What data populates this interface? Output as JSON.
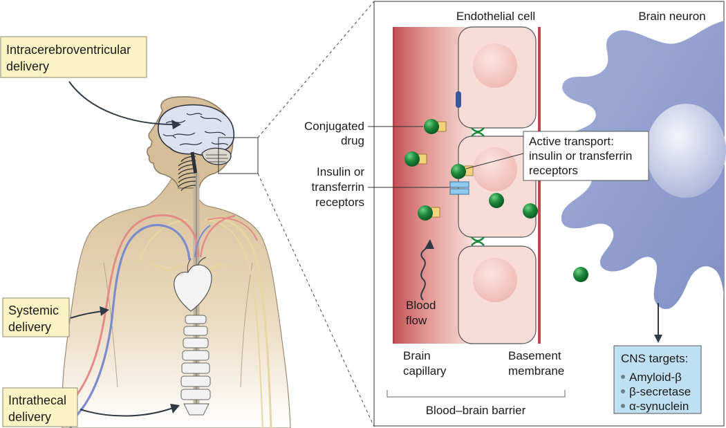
{
  "labels": {
    "icv": [
      "Intracerebroventricular",
      "delivery"
    ],
    "systemic": [
      "Systemic",
      "delivery"
    ],
    "intrathecal": [
      "Intrathecal",
      "delivery"
    ],
    "endothelial_cell": "Endothelial cell",
    "brain_neuron": "Brain neuron",
    "conjugated_drug": [
      "Conjugated",
      "drug"
    ],
    "receptors": [
      "Insulin or",
      "transferrin",
      "receptors"
    ],
    "active_transport": [
      "Active transport:",
      "insulin or transferrin",
      "receptors"
    ],
    "blood_flow": [
      "Blood",
      "flow"
    ],
    "brain_capillary": [
      "Brain",
      "capillary"
    ],
    "basement_membrane": [
      "Basement",
      "membrane"
    ],
    "bbb": "Blood–brain barrier",
    "cns_title": "CNS targets:",
    "cns_items": [
      "Amyloid-β",
      "β-secretase",
      "α-synuclein"
    ]
  },
  "colors": {
    "callout_fill": "#fbf3c4",
    "cns_fill": "#bfe0f2",
    "capillary_red": "#c9545a",
    "endothelial_pink": "#f7d3cf",
    "neuron_blue": "#9aa7d2",
    "drug_green": "#1f8a3c",
    "receptor_blue": "#8ecdf0",
    "skin": "#d9c4a0"
  }
}
